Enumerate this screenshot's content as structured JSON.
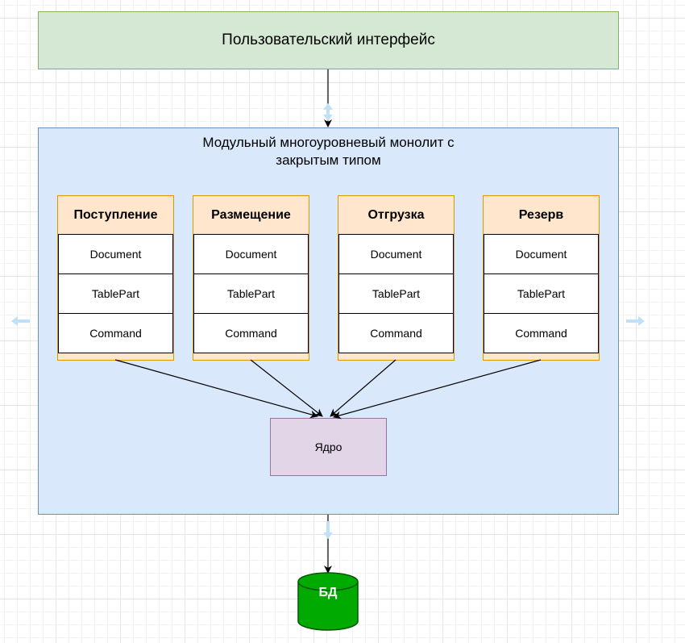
{
  "ui_layer": {
    "label": "Пользовательский интерфейс"
  },
  "monolith": {
    "title_line1": "Модульный многоуровневый монолит с",
    "title_line2": "закрытым типом"
  },
  "modules": [
    {
      "name": "Поступление",
      "rows": [
        "Document",
        "TablePart",
        "Command"
      ]
    },
    {
      "name": "Размещение",
      "rows": [
        "Document",
        "TablePart",
        "Command"
      ]
    },
    {
      "name": "Отгрузка",
      "rows": [
        "Document",
        "TablePart",
        "Command"
      ]
    },
    {
      "name": "Резерв",
      "rows": [
        "Document",
        "TablePart",
        "Command"
      ]
    }
  ],
  "core": {
    "label": "Ядро"
  },
  "database": {
    "label": "БД"
  },
  "colors": {
    "ui_fill": "#d5e8d4",
    "ui_stroke": "#82b366",
    "monolith_fill": "#dae8fc",
    "monolith_stroke": "#6c8ebf",
    "module_fill": "#ffe6cc",
    "module_stroke": "#d79b00",
    "core_fill": "#e1d5e7",
    "core_stroke": "#9673a6",
    "db_fill": "#00aa00",
    "db_stroke": "#005700"
  }
}
